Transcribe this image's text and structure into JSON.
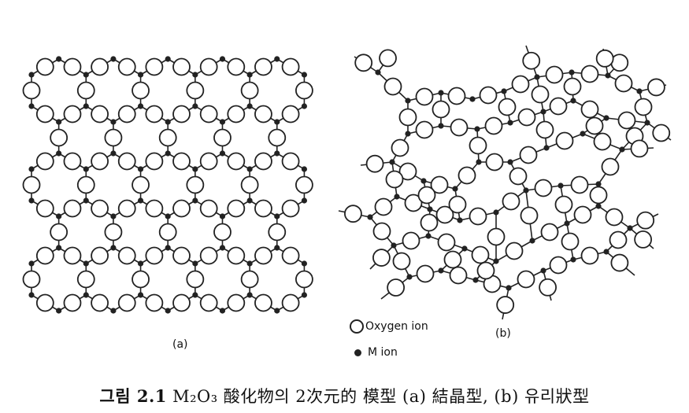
{
  "panel_a_label": "(a)",
  "panel_b_label": "(b)",
  "legend": {
    "oxygen_label": "Oxygen ion",
    "m_label": "M ion"
  },
  "caption": {
    "figure_number": "그림 2.1",
    "text": "M₂O₃ 酸化物의 2次元的 模型 (a) 結晶型, (b) 유리狀型"
  },
  "colors": {
    "ink": "#222222",
    "background": "#ffffff"
  }
}
